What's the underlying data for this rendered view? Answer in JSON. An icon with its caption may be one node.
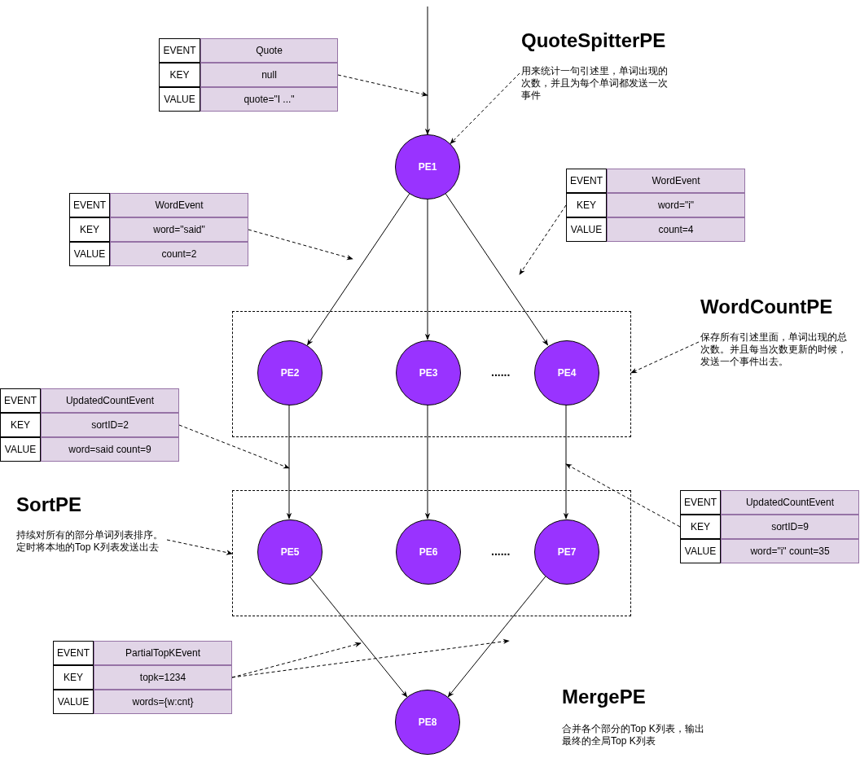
{
  "diagram": {
    "nodes": [
      {
        "text": [
          "EVENT",
          "Quote",
          "KEY",
          "null",
          "VALUE",
          "quote=\"I ...\""
        ]
      },
      {
        "text": [
          "QuoteSpitterPE",
          "用来统计一句引述里，单词出现的次数，并且为每个单词都发送一次事件"
        ]
      },
      {
        "text": [
          "PE1"
        ]
      },
      {
        "text": [
          "EVENT",
          "WordEvent",
          "KEY",
          "word=\"said\"",
          "VALUE",
          "count=2"
        ]
      },
      {
        "text": [
          "EVENT",
          "WordEvent",
          "KEY",
          "word=\"i\"",
          "VALUE",
          "count=4"
        ]
      },
      {
        "text": [],
        "shape": "box"
      },
      {
        "text": [
          "PE2"
        ],
        "in": 5
      },
      {
        "text": [
          "PE3"
        ],
        "in": 5
      },
      {
        "text": [
          "PE4"
        ],
        "in": 5
      },
      {
        "text": [
          "WordCountPE",
          "保存所有引述里面，单词出现的总次数。并且每当次数更新的时候，发送一个事件出去。"
        ]
      },
      {
        "text": [
          "EVENT",
          "UpdatedCountEvent",
          "KEY",
          "sortID=2",
          "VALUE",
          "word=said count=9"
        ]
      },
      {
        "text": [
          "SortPE",
          "持续对所有的部分单词列表排序。定时将本地的Top K列表发送出去"
        ]
      },
      {
        "text": [],
        "shape": "box"
      },
      {
        "text": [
          "PE5"
        ],
        "in": 12
      },
      {
        "text": [
          "PE6"
        ],
        "in": 12
      },
      {
        "text": [
          "PE7"
        ],
        "in": 12
      },
      {
        "text": [
          "EVENT",
          "UpdatedCountEvent",
          "KEY",
          "sortID=9",
          "VALUE",
          "word=\"i\" count=35"
        ]
      },
      {
        "text": [
          "EVENT",
          "PartialTopKEvent",
          "KEY",
          "topk=1234",
          "VALUE",
          "words={w:cnt}"
        ]
      },
      {
        "text": [
          "PE8"
        ]
      }
    ],
    "edges": [
      {
        "from": null,
        "to": 2,
        "arrow": "to"
      },
      {
        "from": 0,
        "to": null,
        "arrow": "to",
        "style": "dashed"
      },
      {
        "from": 1,
        "to": 2,
        "arrow": "to",
        "style": "dashed"
      },
      {
        "from": 2,
        "to": 6,
        "arrow": "to"
      },
      {
        "from": 2,
        "to": 7,
        "arrow": "to"
      },
      {
        "from": 2,
        "to": 8,
        "arrow": "to"
      },
      {
        "from": 3,
        "to": null,
        "arrow": "to",
        "style": "dashed"
      },
      {
        "from": 4,
        "to": null,
        "arrow": "to",
        "style": "dashed"
      },
      {
        "from": 9,
        "to": 5,
        "arrow": "to",
        "style": "dashed"
      },
      {
        "from": 6,
        "to": 13,
        "arrow": "to"
      },
      {
        "from": 7,
        "to": 14,
        "arrow": "to"
      },
      {
        "from": 8,
        "to": 15,
        "arrow": "to"
      },
      {
        "from": 10,
        "to": null,
        "arrow": "to",
        "style": "dashed"
      },
      {
        "from": 11,
        "to": 12,
        "arrow": "to",
        "style": "dashed"
      },
      {
        "from": 16,
        "to": null,
        "arrow": "to",
        "style": "dashed"
      },
      {
        "from": 13,
        "to": 18,
        "arrow": "to"
      },
      {
        "from": 15,
        "to": 18,
        "arrow": "to"
      },
      {
        "from": 17,
        "to": null,
        "arrow": "to",
        "style": "dashed"
      },
      {
        "from": 17,
        "to": null,
        "arrow": "to",
        "style": "dashed"
      }
    ],
    "labels": [
      "......",
      "......",
      "MergePE",
      "合并各个部分的Top K列表，输出最终的全局Top K列表"
    ]
  }
}
